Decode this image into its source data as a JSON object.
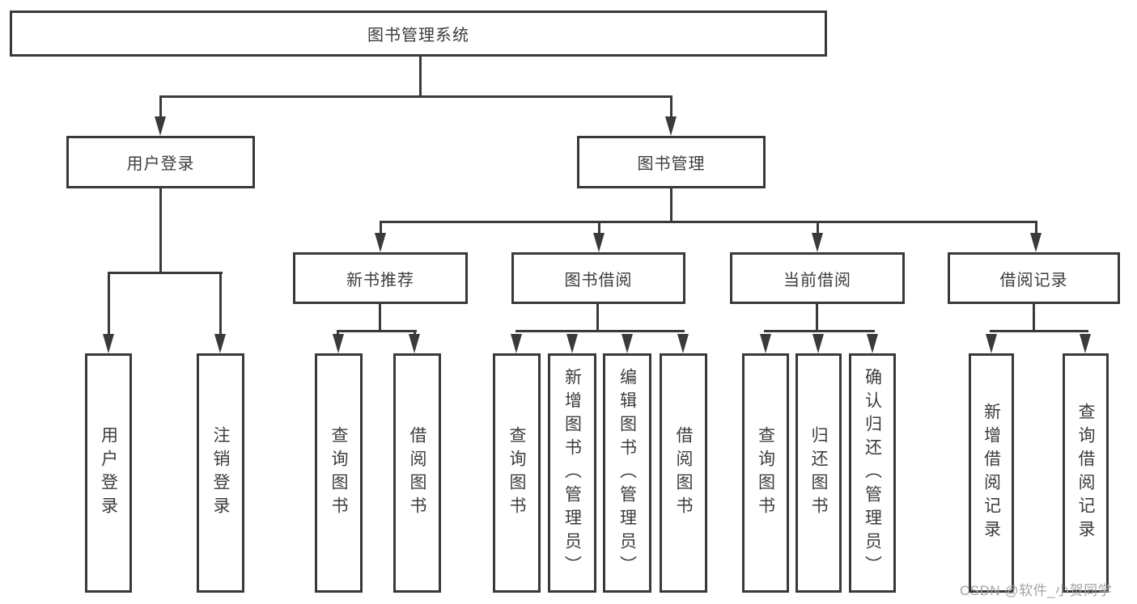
{
  "diagram": {
    "root": "图书管理系统",
    "branches": [
      {
        "label": "用户登录",
        "children": [
          "用户登录",
          "注销登录"
        ]
      },
      {
        "label": "图书管理",
        "children": [
          {
            "label": "新书推荐",
            "children": [
              "查询图书",
              "借阅图书"
            ]
          },
          {
            "label": "图书借阅",
            "children": [
              "查询图书",
              "新增图书（管理员）",
              "编辑图书（管理员）",
              "借阅图书"
            ]
          },
          {
            "label": "当前借阅",
            "children": [
              "查询图书",
              "归还图书",
              "确认归还（管理员）"
            ]
          },
          {
            "label": "借阅记录",
            "children": [
              "新增借阅记录",
              "查询借阅记录"
            ]
          }
        ]
      }
    ],
    "watermark": "CSDN @软件_小贺同学",
    "colors": {
      "line": "#3a3a3a",
      "watermark": "#a3a3a3",
      "background": "#ffffff"
    }
  }
}
